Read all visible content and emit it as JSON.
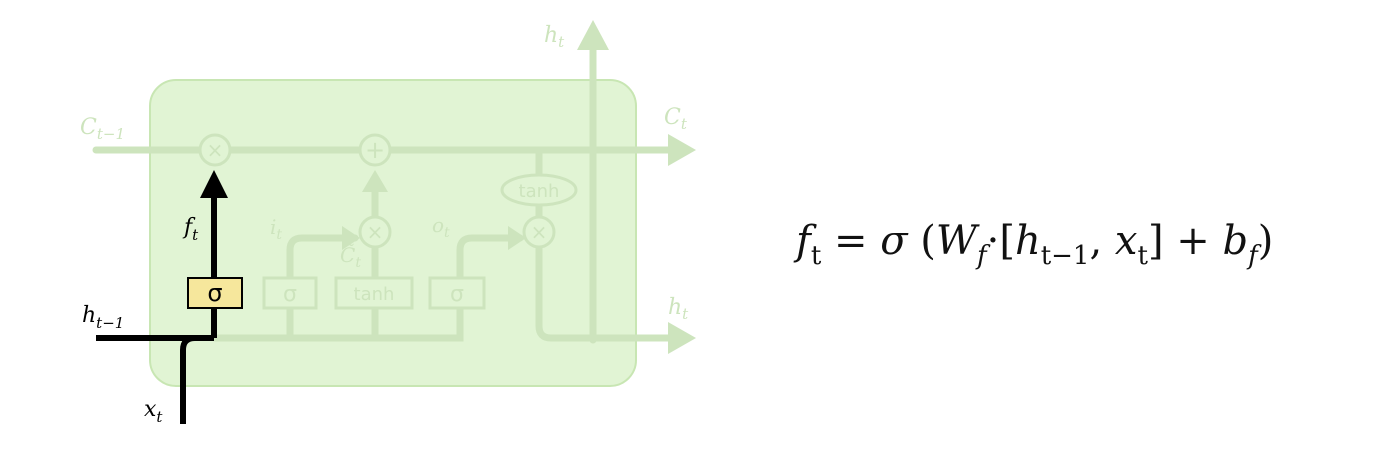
{
  "diagram": {
    "labels": {
      "c_prev": {
        "main": "C",
        "sub": "t−1"
      },
      "c_next": {
        "main": "C",
        "sub": "t"
      },
      "h_top": {
        "main": "h",
        "sub": "t"
      },
      "h_right": {
        "main": "h",
        "sub": "t"
      },
      "h_prev": {
        "main": "h",
        "sub": "t−1"
      },
      "x_in": {
        "main": "x",
        "sub": "t"
      },
      "f_gate": {
        "main": "f",
        "sub": "t"
      },
      "i_gate": {
        "main": "i",
        "sub": "t"
      },
      "c_tilde": {
        "main": "C̃",
        "sub": "t"
      },
      "o_gate": {
        "main": "o",
        "sub": "t"
      }
    },
    "ops": {
      "mult": "×",
      "add": "+",
      "tanh": "tanh",
      "sigma": "σ"
    },
    "colors": {
      "cell_fill": "#e1f4d4",
      "cell_stroke": "#c8e6b3",
      "faded_line": "#cde4bd",
      "active_line": "#000000",
      "active_gate_fill": "#f6e79c"
    }
  },
  "equation": {
    "lhs": "f",
    "lhs_sub": "t",
    "eq": "=",
    "sigma": "σ",
    "open": "(",
    "W": "W",
    "W_sub": "f",
    "dot": "·",
    "bracket_open": "[",
    "h": "h",
    "h_sub": "t−1",
    "comma": ",",
    "x": "x",
    "x_sub": "t",
    "bracket_close": "]",
    "plus": "+",
    "b": "b",
    "b_sub": "f",
    "close": ")"
  }
}
